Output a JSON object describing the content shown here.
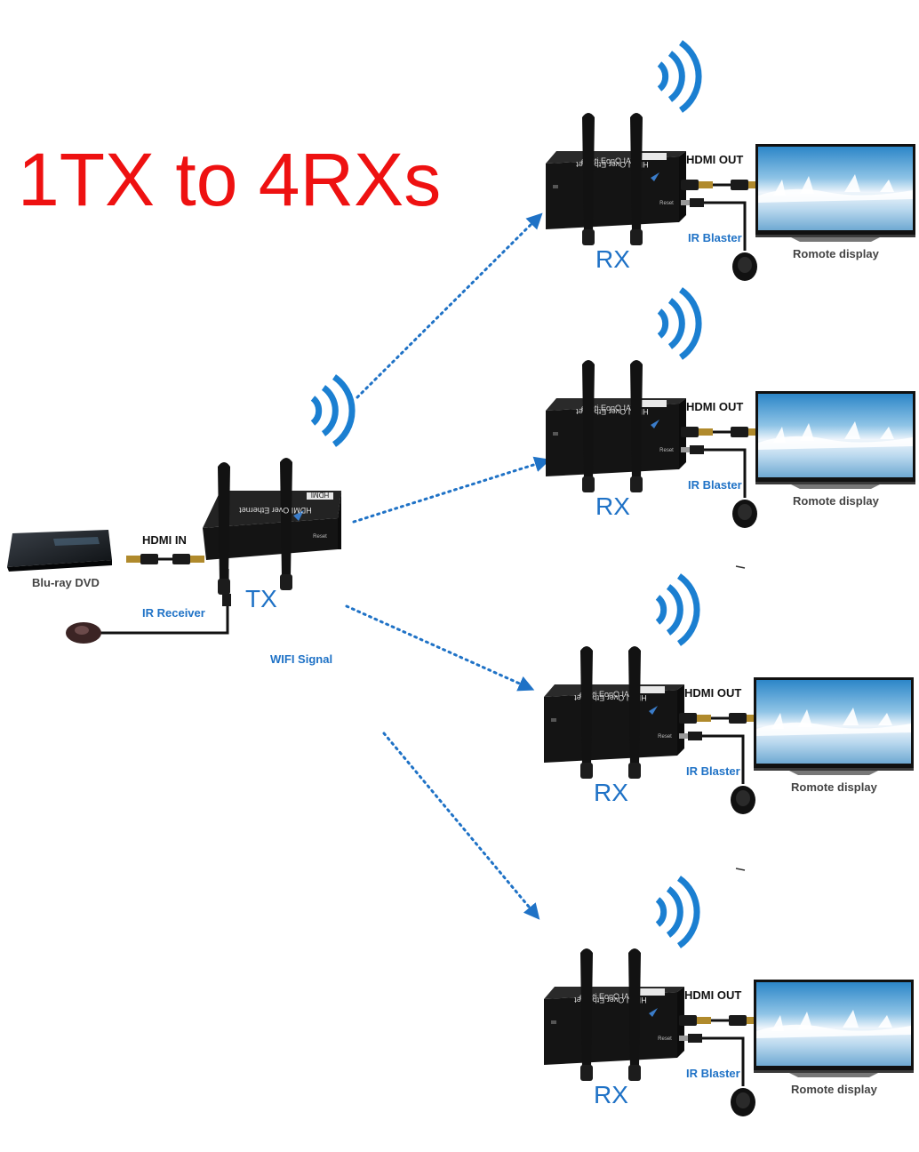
{
  "title": "1TX to 4RXs",
  "source": {
    "device_label": "Blu-ray DVD",
    "hdmi_in_label": "HDMI IN",
    "ir_receiver_label": "IR Receiver",
    "tx_label": "TX",
    "tx_case_top_text": "HDMI",
    "tx_case_text": "HDMI Over Ethernet",
    "reset_text": "Reset"
  },
  "wifi_signal_label": "WIFI Signal",
  "receivers": [
    {
      "rx_label": "RX",
      "hdmi_out_label": "HDMI OUT",
      "ir_blaster_label": "IR Blaster",
      "display_label": "Romote display"
    },
    {
      "rx_label": "RX",
      "hdmi_out_label": "HDMI OUT",
      "ir_blaster_label": "IR Blaster",
      "display_label": "Romote display"
    },
    {
      "rx_label": "RX",
      "hdmi_out_label": "HDMI OUT",
      "ir_blaster_label": "IR Blaster",
      "display_label": "Romote display"
    },
    {
      "rx_label": "RX",
      "hdmi_out_label": "HDMI OUT",
      "ir_blaster_label": "IR Blaster",
      "display_label": "Romote display"
    }
  ],
  "rx_case_text": "HDMI Over Ethernet",
  "colors": {
    "title": "#ee1111",
    "accent_blue": "#1f72c6",
    "device_black": "#161616"
  }
}
